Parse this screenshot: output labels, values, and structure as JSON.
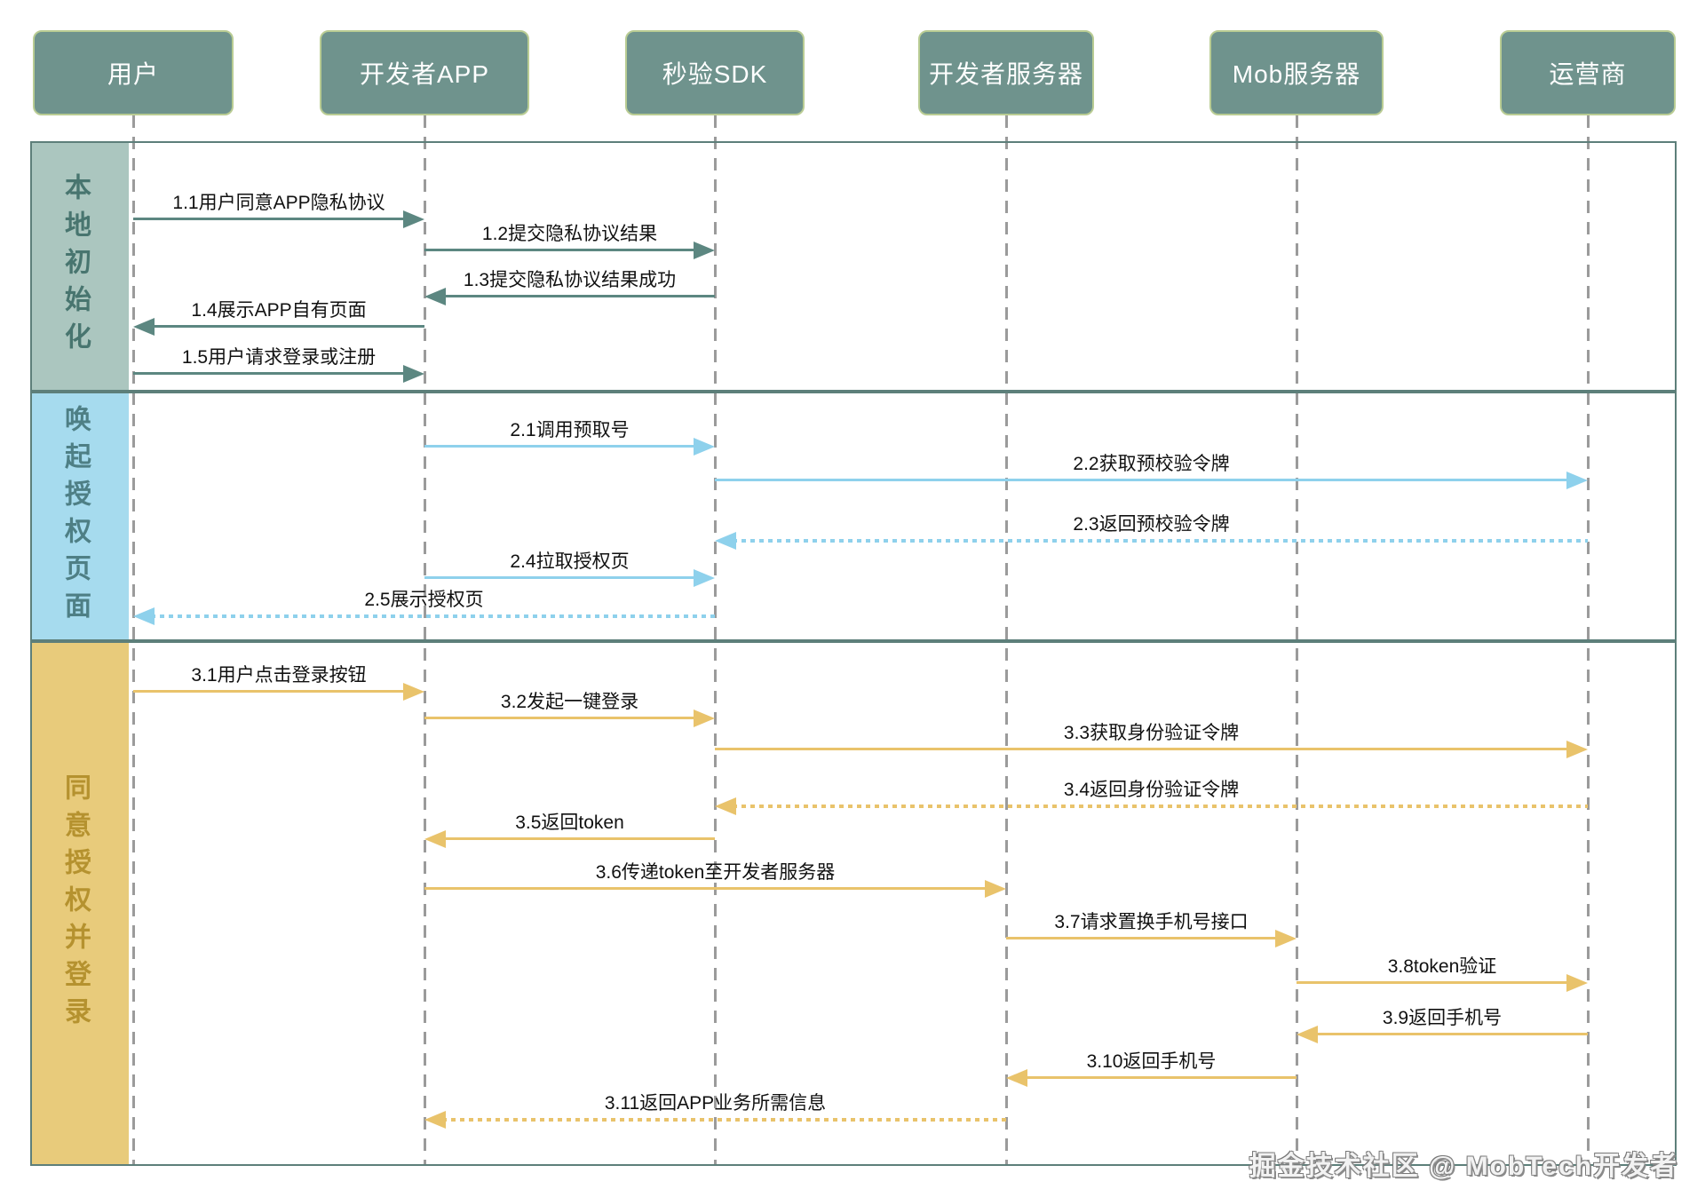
{
  "actors": [
    {
      "label": "用户"
    },
    {
      "label": "开发者APP"
    },
    {
      "label": "秒验SDK"
    },
    {
      "label": "开发者服务器"
    },
    {
      "label": "Mob服务器"
    },
    {
      "label": "运营商"
    }
  ],
  "phases": [
    {
      "label": "本地初始化",
      "band_color": "#abc6bf",
      "label_color": "#48756f",
      "arrow_color": "#5c8781"
    },
    {
      "label": "唤起授权页面",
      "band_color": "#a6dbee",
      "label_color": "#4e7f85",
      "arrow_color": "#8ed1ec"
    },
    {
      "label": "同意授权并登录",
      "band_color": "#e8cb7b",
      "label_color": "#b5922f",
      "arrow_color": "#e9c36b"
    }
  ],
  "messages": [
    {
      "no": "1.1",
      "label": "1.1用户同意APP隐私协议",
      "from": 0,
      "to": 1,
      "phase": 0,
      "line": "solid"
    },
    {
      "no": "1.2",
      "label": "1.2提交隐私协议结果",
      "from": 1,
      "to": 2,
      "phase": 0,
      "line": "solid"
    },
    {
      "no": "1.3",
      "label": "1.3提交隐私协议结果成功",
      "from": 2,
      "to": 1,
      "phase": 0,
      "line": "solid"
    },
    {
      "no": "1.4",
      "label": "1.4展示APP自有页面",
      "from": 1,
      "to": 0,
      "phase": 0,
      "line": "solid"
    },
    {
      "no": "1.5",
      "label": "1.5用户请求登录或注册",
      "from": 0,
      "to": 1,
      "phase": 0,
      "line": "solid"
    },
    {
      "no": "2.1",
      "label": "2.1调用预取号",
      "from": 1,
      "to": 2,
      "phase": 1,
      "line": "solid"
    },
    {
      "no": "2.2",
      "label": "2.2获取预校验令牌",
      "from": 2,
      "to": 5,
      "phase": 1,
      "line": "solid"
    },
    {
      "no": "2.3",
      "label": "2.3返回预校验令牌",
      "from": 5,
      "to": 2,
      "phase": 1,
      "line": "dotted"
    },
    {
      "no": "2.4",
      "label": "2.4拉取授权页",
      "from": 1,
      "to": 2,
      "phase": 1,
      "line": "solid"
    },
    {
      "no": "2.5",
      "label": "2.5展示授权页",
      "from": 2,
      "to": 0,
      "phase": 1,
      "line": "dotted"
    },
    {
      "no": "3.1",
      "label": "3.1用户点击登录按钮",
      "from": 0,
      "to": 1,
      "phase": 2,
      "line": "solid"
    },
    {
      "no": "3.2",
      "label": "3.2发起一键登录",
      "from": 1,
      "to": 2,
      "phase": 2,
      "line": "solid"
    },
    {
      "no": "3.3",
      "label": "3.3获取身份验证令牌",
      "from": 2,
      "to": 5,
      "phase": 2,
      "line": "solid"
    },
    {
      "no": "3.4",
      "label": "3.4返回身份验证令牌",
      "from": 5,
      "to": 2,
      "phase": 2,
      "line": "dotted"
    },
    {
      "no": "3.5",
      "label": "3.5返回token",
      "from": 2,
      "to": 1,
      "phase": 2,
      "line": "solid"
    },
    {
      "no": "3.6",
      "label": "3.6传递token至开发者服务器",
      "from": 1,
      "to": 3,
      "phase": 2,
      "line": "solid"
    },
    {
      "no": "3.7",
      "label": "3.7请求置换手机号接口",
      "from": 3,
      "to": 4,
      "phase": 2,
      "line": "solid"
    },
    {
      "no": "3.8",
      "label": "3.8token验证",
      "from": 4,
      "to": 5,
      "phase": 2,
      "line": "solid"
    },
    {
      "no": "3.9",
      "label": "3.9返回手机号",
      "from": 5,
      "to": 4,
      "phase": 2,
      "line": "solid"
    },
    {
      "no": "3.10",
      "label": "3.10返回手机号",
      "from": 4,
      "to": 3,
      "phase": 2,
      "line": "solid"
    },
    {
      "no": "3.11",
      "label": "3.11返回APP业务所需信息",
      "from": 3,
      "to": 1,
      "phase": 2,
      "line": "dotted"
    }
  ],
  "watermark": {
    "text": "掘金技术社区 @ MobTech开发者"
  },
  "colors": {
    "background": "#ffffff",
    "header_bg": "#6f938d",
    "header_border": "#b9cc93",
    "header_text": "#ffffff",
    "section_border": "#5d7f7a",
    "lifeline": "#9b9b9b",
    "message_text": "#111111"
  }
}
